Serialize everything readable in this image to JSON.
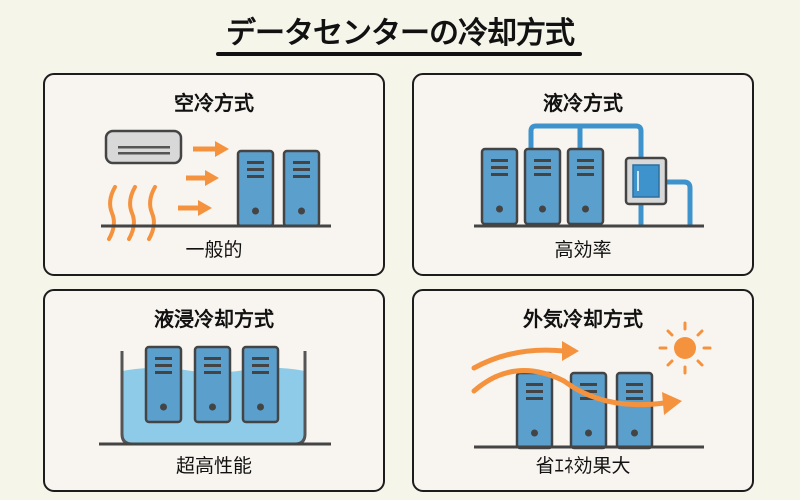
{
  "title": "データセンターの冷却方式",
  "colors": {
    "server": "#5b9fcc",
    "arrow": "#f5923e",
    "pipe": "#3e93cc",
    "water": "#8ecbe8",
    "outline": "#444"
  },
  "cards": [
    {
      "title": "空冷方式",
      "label": "一般的",
      "icons": [
        "air-conditioner-icon",
        "heat-wave-icon",
        "airflow-arrow-icon",
        "server-rack-icon"
      ]
    },
    {
      "title": "液冷方式",
      "label": "高効率",
      "icons": [
        "server-rack-icon",
        "coolant-pipe-icon",
        "heat-exchanger-icon"
      ]
    },
    {
      "title": "液浸冷却方式",
      "label": "超高性能",
      "icons": [
        "server-rack-icon",
        "liquid-tank-icon"
      ]
    },
    {
      "title": "外気冷却方式",
      "label": "省ｴﾈ効果大",
      "icons": [
        "server-rack-icon",
        "outside-air-arrow-icon",
        "sun-icon"
      ]
    }
  ]
}
